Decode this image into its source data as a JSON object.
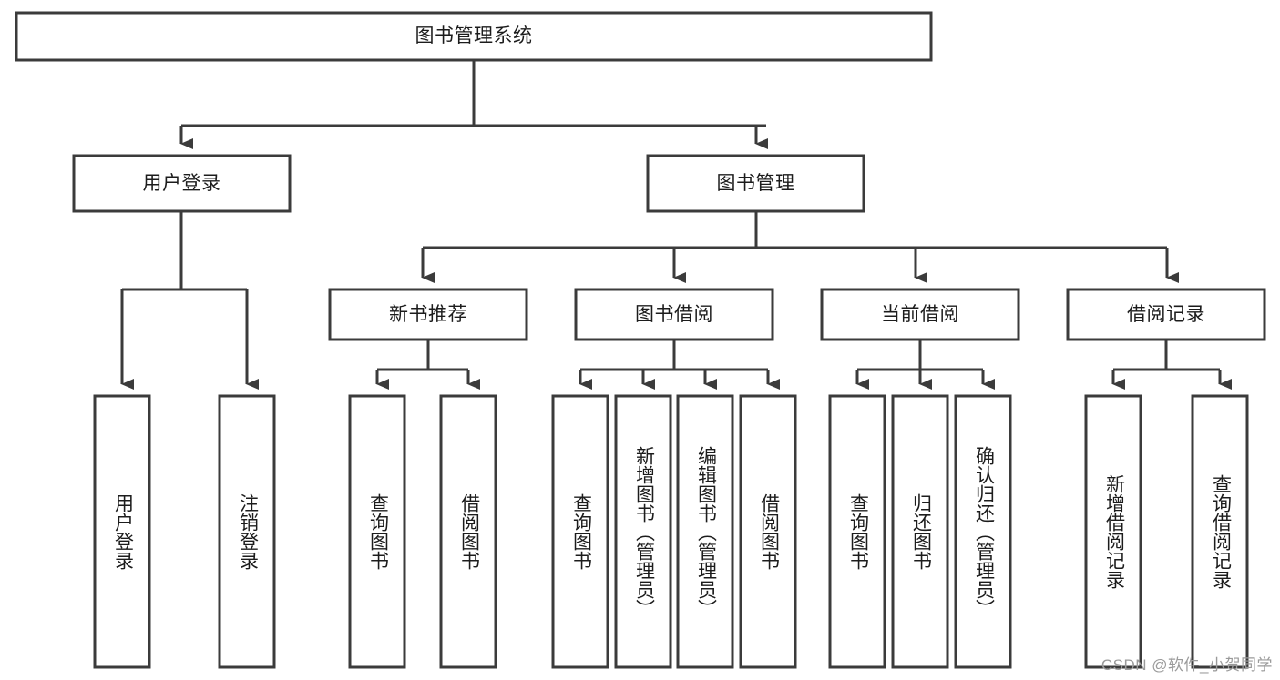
{
  "diagram": {
    "title": "图书管理系统",
    "type": "hierarchy-tree",
    "levels": 4,
    "root": {
      "id": "root",
      "label": "图书管理系统",
      "orientation": "horizontal"
    },
    "level2": [
      {
        "id": "user-login",
        "label": "用户登录",
        "orientation": "horizontal"
      },
      {
        "id": "book-manage",
        "label": "图书管理",
        "orientation": "horizontal"
      }
    ],
    "level3": [
      {
        "id": "new-book-recommend",
        "label": "新书推荐",
        "orientation": "horizontal",
        "parent": "book-manage"
      },
      {
        "id": "book-borrow",
        "label": "图书借阅",
        "orientation": "horizontal",
        "parent": "book-manage"
      },
      {
        "id": "current-borrow",
        "label": "当前借阅",
        "orientation": "horizontal",
        "parent": "book-manage"
      },
      {
        "id": "borrow-record",
        "label": "借阅记录",
        "orientation": "horizontal",
        "parent": "book-manage"
      }
    ],
    "leaves": [
      {
        "id": "leaf-user-login",
        "label": "用户登录",
        "orientation": "vertical",
        "parent": "user-login"
      },
      {
        "id": "leaf-logout",
        "label": "注销登录",
        "orientation": "vertical",
        "parent": "user-login"
      },
      {
        "id": "leaf-query-book-1",
        "label": "查询图书",
        "orientation": "vertical",
        "parent": "new-book-recommend"
      },
      {
        "id": "leaf-borrow-book-1",
        "label": "借阅图书",
        "orientation": "vertical",
        "parent": "new-book-recommend"
      },
      {
        "id": "leaf-query-book-2",
        "label": "查询图书",
        "orientation": "vertical",
        "parent": "book-borrow"
      },
      {
        "id": "leaf-add-book",
        "label": "新增图书（管理员）",
        "orientation": "vertical",
        "parent": "book-borrow"
      },
      {
        "id": "leaf-edit-book",
        "label": "编辑图书（管理员）",
        "orientation": "vertical",
        "parent": "book-borrow"
      },
      {
        "id": "leaf-borrow-book-2",
        "label": "借阅图书",
        "orientation": "vertical",
        "parent": "book-borrow"
      },
      {
        "id": "leaf-query-book-3",
        "label": "查询图书",
        "orientation": "vertical",
        "parent": "current-borrow"
      },
      {
        "id": "leaf-return-book",
        "label": "归还图书",
        "orientation": "vertical",
        "parent": "current-borrow"
      },
      {
        "id": "leaf-confirm-return",
        "label": "确认归还（管理员）",
        "orientation": "vertical",
        "parent": "current-borrow"
      },
      {
        "id": "leaf-add-record",
        "label": "新增借阅记录",
        "orientation": "vertical",
        "parent": "borrow-record"
      },
      {
        "id": "leaf-query-record",
        "label": "查询借阅记录",
        "orientation": "vertical",
        "parent": "borrow-record"
      }
    ],
    "colors": {
      "stroke": "#3b3b3b",
      "fill": "#ffffff",
      "text": "#1c1c1c",
      "watermark": "#9a9a9a"
    }
  },
  "watermark": {
    "text": "CSDN @软件_小贺同学"
  }
}
